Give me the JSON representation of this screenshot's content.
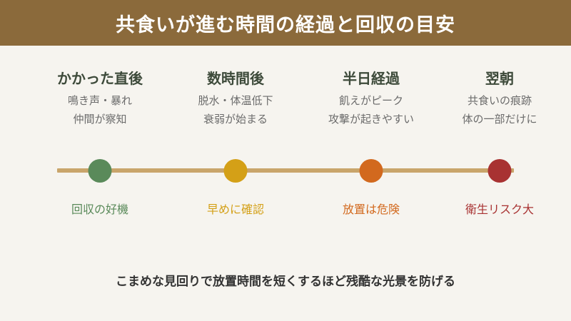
{
  "header": {
    "title": "共食いが進む時間の経過と回収の目安"
  },
  "stages": [
    {
      "title": "かかった直後",
      "lines": [
        "鳴き声・暴れ",
        "仲間が察知"
      ],
      "outcome": "回収の好機",
      "color": "#5a8a5a"
    },
    {
      "title": "数時間後",
      "lines": [
        "脱水・体温低下",
        "衰弱が始まる"
      ],
      "outcome": "早めに確認",
      "color": "#d4a017"
    },
    {
      "title": "半日経過",
      "lines": [
        "飢えがピーク",
        "攻撃が起きやすい"
      ],
      "outcome": "放置は危険",
      "color": "#d2691e"
    },
    {
      "title": "翌朝",
      "lines": [
        "共食いの痕跡",
        "体の一部だけに"
      ],
      "outcome": "衛生リスク大",
      "color": "#a83232"
    }
  ],
  "colors": {
    "header_bg": "#8b6a3b",
    "timeline": "#c9a56b",
    "background": "#f6f4ef"
  },
  "footer": {
    "message": "こまめな見回りで放置時間を短くするほど残酷な光景を防げる"
  }
}
